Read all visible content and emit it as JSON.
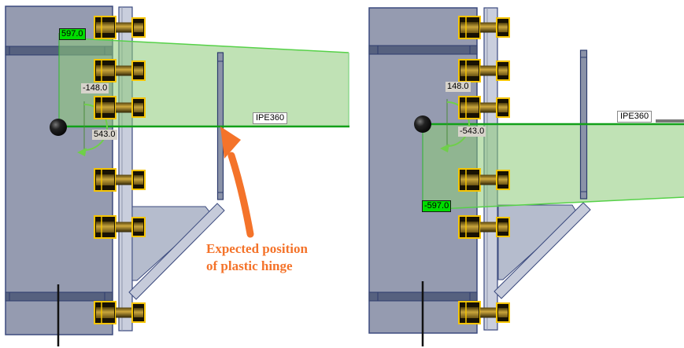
{
  "left_panel": {
    "beam_label": "IPE360",
    "dim_top_flange": "597.0",
    "dim_upper": "-148.0",
    "dim_lower": "543.0"
  },
  "right_panel": {
    "beam_label": "IPE360",
    "dim_upper": "148.0",
    "dim_lower": "-543.0",
    "dim_bottom_flange": "-597.0"
  },
  "annotation": {
    "line1": "Expected position",
    "line2": "of plastic hinge"
  },
  "colors": {
    "highlight_label_bg": "#00dc00",
    "dim_label_bg": "#d7d3cb",
    "beam_fill_green": "#8ccb78",
    "beam_axis_green": "#12a019",
    "annotation_orange": "#f4732a",
    "steel_column": "#959bb0",
    "steel_stiffener_band": "#56617f",
    "steel_end_plate": "#c9cedd",
    "steel_haunch": "#b5bccd",
    "steel_edge": "#3b4a7e",
    "bolt_yellow": "#f5c400"
  }
}
